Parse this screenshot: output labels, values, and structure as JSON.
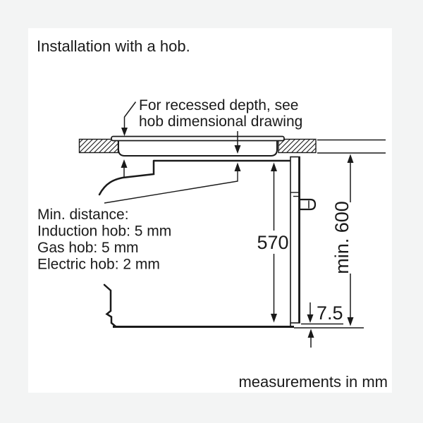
{
  "page": {
    "background_color": "#f3f4f4",
    "card_color": "#ffffff",
    "line_color": "#1a1a1a"
  },
  "title": "Installation with a hob.",
  "footer": "measurements in mm",
  "annotations": {
    "recessed_depth_line1": "For recessed depth, see",
    "recessed_depth_line2": "hob dimensional drawing",
    "min_distance": {
      "heading": "Min. distance:",
      "induction": "Induction hob: 5 mm",
      "gas": "Gas hob: 5 mm",
      "electric": "Electric hob: 2 mm"
    }
  },
  "dimensions": {
    "oven_front_height": "570",
    "niche_height": "min. 600",
    "bottom_gap": "7.5"
  }
}
